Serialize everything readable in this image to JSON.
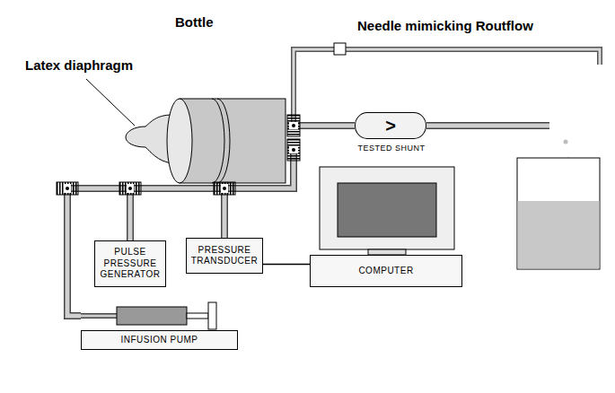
{
  "diagram": {
    "nodes": [
      {
        "text": [
          "Bottle"
        ]
      },
      {
        "text": [
          ">",
          "TESTED SHUNT"
        ]
      },
      {
        "text": [
          "PULSE PRESSURE GENERATOR"
        ]
      },
      {
        "text": [
          "PRESSURE TRANSDUCER"
        ]
      },
      {
        "text": [
          "COMPUTER"
        ]
      },
      {
        "text": [
          "INFUSION PUMP"
        ]
      }
    ],
    "edges": [
      {
        "from": 0,
        "to": 1,
        "arrow": "none"
      },
      {
        "from": 0,
        "to": 2,
        "arrow": "none"
      },
      {
        "from": 0,
        "to": 3,
        "arrow": "none"
      },
      {
        "from": 0,
        "to": 5,
        "arrow": "none"
      },
      {
        "from": 3,
        "to": 4,
        "arrow": "none"
      }
    ],
    "labels": [
      "Latex diaphragm",
      "Needle mimicking Routflow"
    ]
  }
}
